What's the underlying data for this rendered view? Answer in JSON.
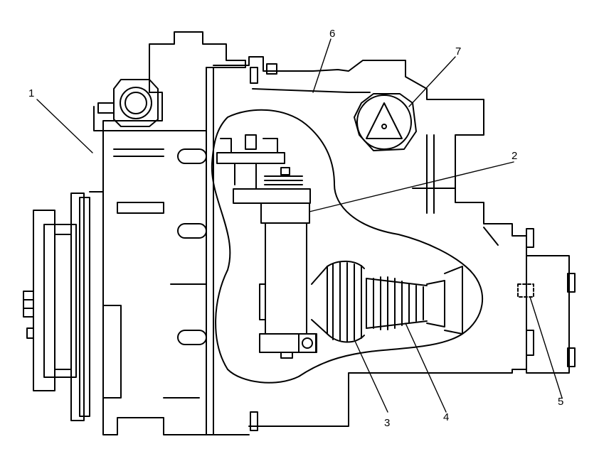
{
  "diagram": {
    "line_color": "#000000",
    "background": "#ffffff",
    "callouts": [
      {
        "id": "c1",
        "label": "1"
      },
      {
        "id": "c2",
        "label": "2"
      },
      {
        "id": "c3",
        "label": "3"
      },
      {
        "id": "c4",
        "label": "4"
      },
      {
        "id": "c5",
        "label": "5"
      },
      {
        "id": "c6",
        "label": "6"
      },
      {
        "id": "c7",
        "label": "7"
      }
    ]
  }
}
